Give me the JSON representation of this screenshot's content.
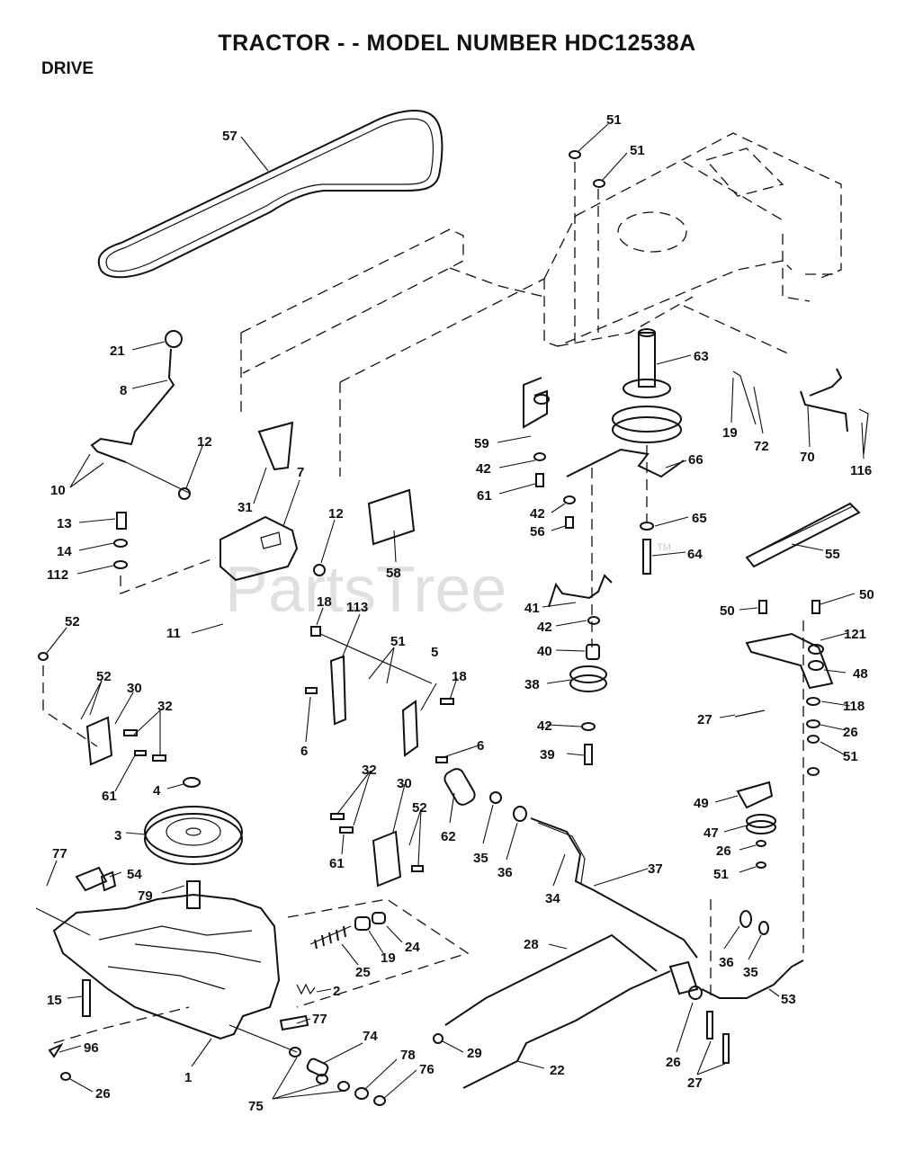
{
  "header": {
    "title": "TRACTOR - - MODEL NUMBER HDC12538A",
    "section": "DRIVE"
  },
  "watermark": {
    "text": "PartsTree",
    "tm": "TM"
  },
  "callouts": [
    {
      "id": "c57",
      "label": "57"
    },
    {
      "id": "c51a",
      "label": "51"
    },
    {
      "id": "c51b",
      "label": "51"
    },
    {
      "id": "c63",
      "label": "63"
    },
    {
      "id": "c21",
      "label": "21"
    },
    {
      "id": "c8",
      "label": "8"
    },
    {
      "id": "c19a",
      "label": "19"
    },
    {
      "id": "c72",
      "label": "72"
    },
    {
      "id": "c70",
      "label": "70"
    },
    {
      "id": "c116",
      "label": "116"
    },
    {
      "id": "c59",
      "label": "59"
    },
    {
      "id": "c66",
      "label": "66"
    },
    {
      "id": "c42a",
      "label": "42"
    },
    {
      "id": "c61a",
      "label": "61"
    },
    {
      "id": "c10",
      "label": "10"
    },
    {
      "id": "c12a",
      "label": "12"
    },
    {
      "id": "c31",
      "label": "31"
    },
    {
      "id": "c7",
      "label": "7"
    },
    {
      "id": "c42b",
      "label": "42"
    },
    {
      "id": "c56",
      "label": "56"
    },
    {
      "id": "c65",
      "label": "65"
    },
    {
      "id": "c13",
      "label": "13"
    },
    {
      "id": "c12b",
      "label": "12"
    },
    {
      "id": "c14",
      "label": "14"
    },
    {
      "id": "c58",
      "label": "58"
    },
    {
      "id": "c64",
      "label": "64"
    },
    {
      "id": "c55",
      "label": "55"
    },
    {
      "id": "c112",
      "label": "112"
    },
    {
      "id": "c41",
      "label": "41"
    },
    {
      "id": "c50a",
      "label": "50"
    },
    {
      "id": "c50b",
      "label": "50"
    },
    {
      "id": "c52a",
      "label": "52"
    },
    {
      "id": "c18a",
      "label": "18"
    },
    {
      "id": "c113",
      "label": "113"
    },
    {
      "id": "c42c",
      "label": "42"
    },
    {
      "id": "c11",
      "label": "11"
    },
    {
      "id": "c51c",
      "label": "51"
    },
    {
      "id": "c121",
      "label": "121"
    },
    {
      "id": "c40",
      "label": "40"
    },
    {
      "id": "c5",
      "label": "5"
    },
    {
      "id": "c48",
      "label": "48"
    },
    {
      "id": "c52b",
      "label": "52"
    },
    {
      "id": "c30a",
      "label": "30"
    },
    {
      "id": "c18b",
      "label": "18"
    },
    {
      "id": "c38",
      "label": "38"
    },
    {
      "id": "c32a",
      "label": "32"
    },
    {
      "id": "c27a",
      "label": "27"
    },
    {
      "id": "c118",
      "label": "118"
    },
    {
      "id": "c6a",
      "label": "6"
    },
    {
      "id": "c42d",
      "label": "42"
    },
    {
      "id": "c6b",
      "label": "6"
    },
    {
      "id": "c26a",
      "label": "26"
    },
    {
      "id": "c39",
      "label": "39"
    },
    {
      "id": "c51d",
      "label": "51"
    },
    {
      "id": "c61b",
      "label": "61"
    },
    {
      "id": "c4",
      "label": "4"
    },
    {
      "id": "c32b",
      "label": "32"
    },
    {
      "id": "c30b",
      "label": "30"
    },
    {
      "id": "c49",
      "label": "49"
    },
    {
      "id": "c52c",
      "label": "52"
    },
    {
      "id": "c47",
      "label": "47"
    },
    {
      "id": "c3",
      "label": "3"
    },
    {
      "id": "c62",
      "label": "62"
    },
    {
      "id": "c26b",
      "label": "26"
    },
    {
      "id": "c35a",
      "label": "35"
    },
    {
      "id": "c36a",
      "label": "36"
    },
    {
      "id": "c77a",
      "label": "77"
    },
    {
      "id": "c37",
      "label": "37"
    },
    {
      "id": "c54",
      "label": "54"
    },
    {
      "id": "c61c",
      "label": "61"
    },
    {
      "id": "c51e",
      "label": "51"
    },
    {
      "id": "c79",
      "label": "79"
    },
    {
      "id": "c34",
      "label": "34"
    },
    {
      "id": "c28",
      "label": "28"
    },
    {
      "id": "c24",
      "label": "24"
    },
    {
      "id": "c36b",
      "label": "36"
    },
    {
      "id": "c19b",
      "label": "19"
    },
    {
      "id": "c35b",
      "label": "35"
    },
    {
      "id": "c25",
      "label": "25"
    },
    {
      "id": "c15",
      "label": "15"
    },
    {
      "id": "c2",
      "label": "2"
    },
    {
      "id": "c53",
      "label": "53"
    },
    {
      "id": "c77b",
      "label": "77"
    },
    {
      "id": "c96",
      "label": "96"
    },
    {
      "id": "c74",
      "label": "74"
    },
    {
      "id": "c29",
      "label": "29"
    },
    {
      "id": "c26c",
      "label": "26"
    },
    {
      "id": "c78",
      "label": "78"
    },
    {
      "id": "c76",
      "label": "76"
    },
    {
      "id": "c22",
      "label": "22"
    },
    {
      "id": "c1",
      "label": "1"
    },
    {
      "id": "c27b",
      "label": "27"
    },
    {
      "id": "c26d",
      "label": "26"
    },
    {
      "id": "c75",
      "label": "75"
    }
  ]
}
